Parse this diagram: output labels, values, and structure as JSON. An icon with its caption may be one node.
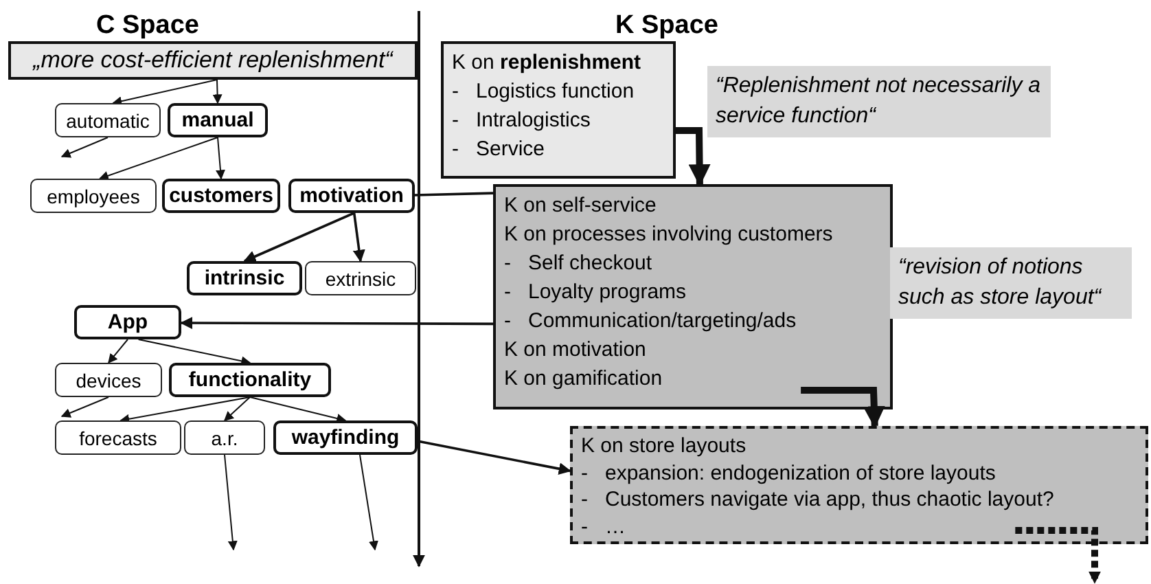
{
  "diagram": {
    "nodes": [
      {
        "text": [
          "„more cost-efficient replenishment“"
        ]
      },
      {
        "text": [
          "automatic"
        ]
      },
      {
        "text": [
          "manual"
        ]
      },
      {
        "text": [
          "employees"
        ]
      },
      {
        "text": [
          "customers"
        ]
      },
      {
        "text": [
          "motivation"
        ]
      },
      {
        "text": [
          "intrinsic"
        ]
      },
      {
        "text": [
          "extrinsic"
        ]
      },
      {
        "text": [
          "App"
        ]
      },
      {
        "text": [
          "devices"
        ]
      },
      {
        "text": [
          "functionality"
        ]
      },
      {
        "text": [
          "forecasts"
        ]
      },
      {
        "text": [
          "a.r."
        ]
      },
      {
        "text": [
          "wayfinding"
        ]
      },
      {
        "text": [
          "K on **replenishment**",
          "-   Logistics function",
          "-   Intralogistics",
          "-   Service"
        ]
      },
      {
        "text": [
          "“Replenishment not necessarily a service function“"
        ]
      },
      {
        "text": [
          "K on self-service",
          "K on processes involving customers",
          "-   Self checkout",
          "-   Loyalty programs",
          "-   Communication/targeting/ads",
          "K on motivation",
          "K on gamification"
        ]
      },
      {
        "text": [
          "“revision of notions such as store layout“"
        ]
      },
      {
        "text": [
          "K on store layouts",
          "-   expansion: endogenization of store layouts",
          "-   Customers navigate via app, thus chaotic layout?",
          "-   …"
        ]
      }
    ],
    "edges": [
      {
        "from": 0,
        "to": 1,
        "arrow": "to"
      },
      {
        "from": 0,
        "to": 2,
        "arrow": "to"
      },
      {
        "from": 1,
        "to": null,
        "arrow": "to"
      },
      {
        "from": 2,
        "to": 3,
        "arrow": "to"
      },
      {
        "from": 2,
        "to": 4,
        "arrow": "to"
      },
      {
        "from": 5,
        "to": 6,
        "arrow": "to"
      },
      {
        "from": 5,
        "to": 7,
        "arrow": "to"
      },
      {
        "from": 8,
        "to": 9,
        "arrow": "to"
      },
      {
        "from": 8,
        "to": 10,
        "arrow": "to"
      },
      {
        "from": 9,
        "to": null,
        "arrow": "to"
      },
      {
        "from": 10,
        "to": 11,
        "arrow": "to"
      },
      {
        "from": 10,
        "to": 12,
        "arrow": "to"
      },
      {
        "from": 10,
        "to": 13,
        "arrow": "to"
      },
      {
        "from": 12,
        "to": null,
        "arrow": "to"
      },
      {
        "from": 13,
        "to": null,
        "arrow": "to"
      },
      {
        "from": 14,
        "to": 16,
        "arrow": "to",
        "style": "thick"
      },
      {
        "from": 16,
        "to": 18,
        "arrow": "to",
        "style": "thick"
      },
      {
        "from": 18,
        "to": null,
        "arrow": "to",
        "style": "dashed"
      },
      {
        "from": 5,
        "to": 16,
        "arrow": "none"
      },
      {
        "from": 16,
        "to": 8,
        "arrow": "to"
      },
      {
        "from": 13,
        "to": 18,
        "arrow": "to"
      }
    ],
    "labels": [
      "C Space",
      "K Space"
    ]
  }
}
